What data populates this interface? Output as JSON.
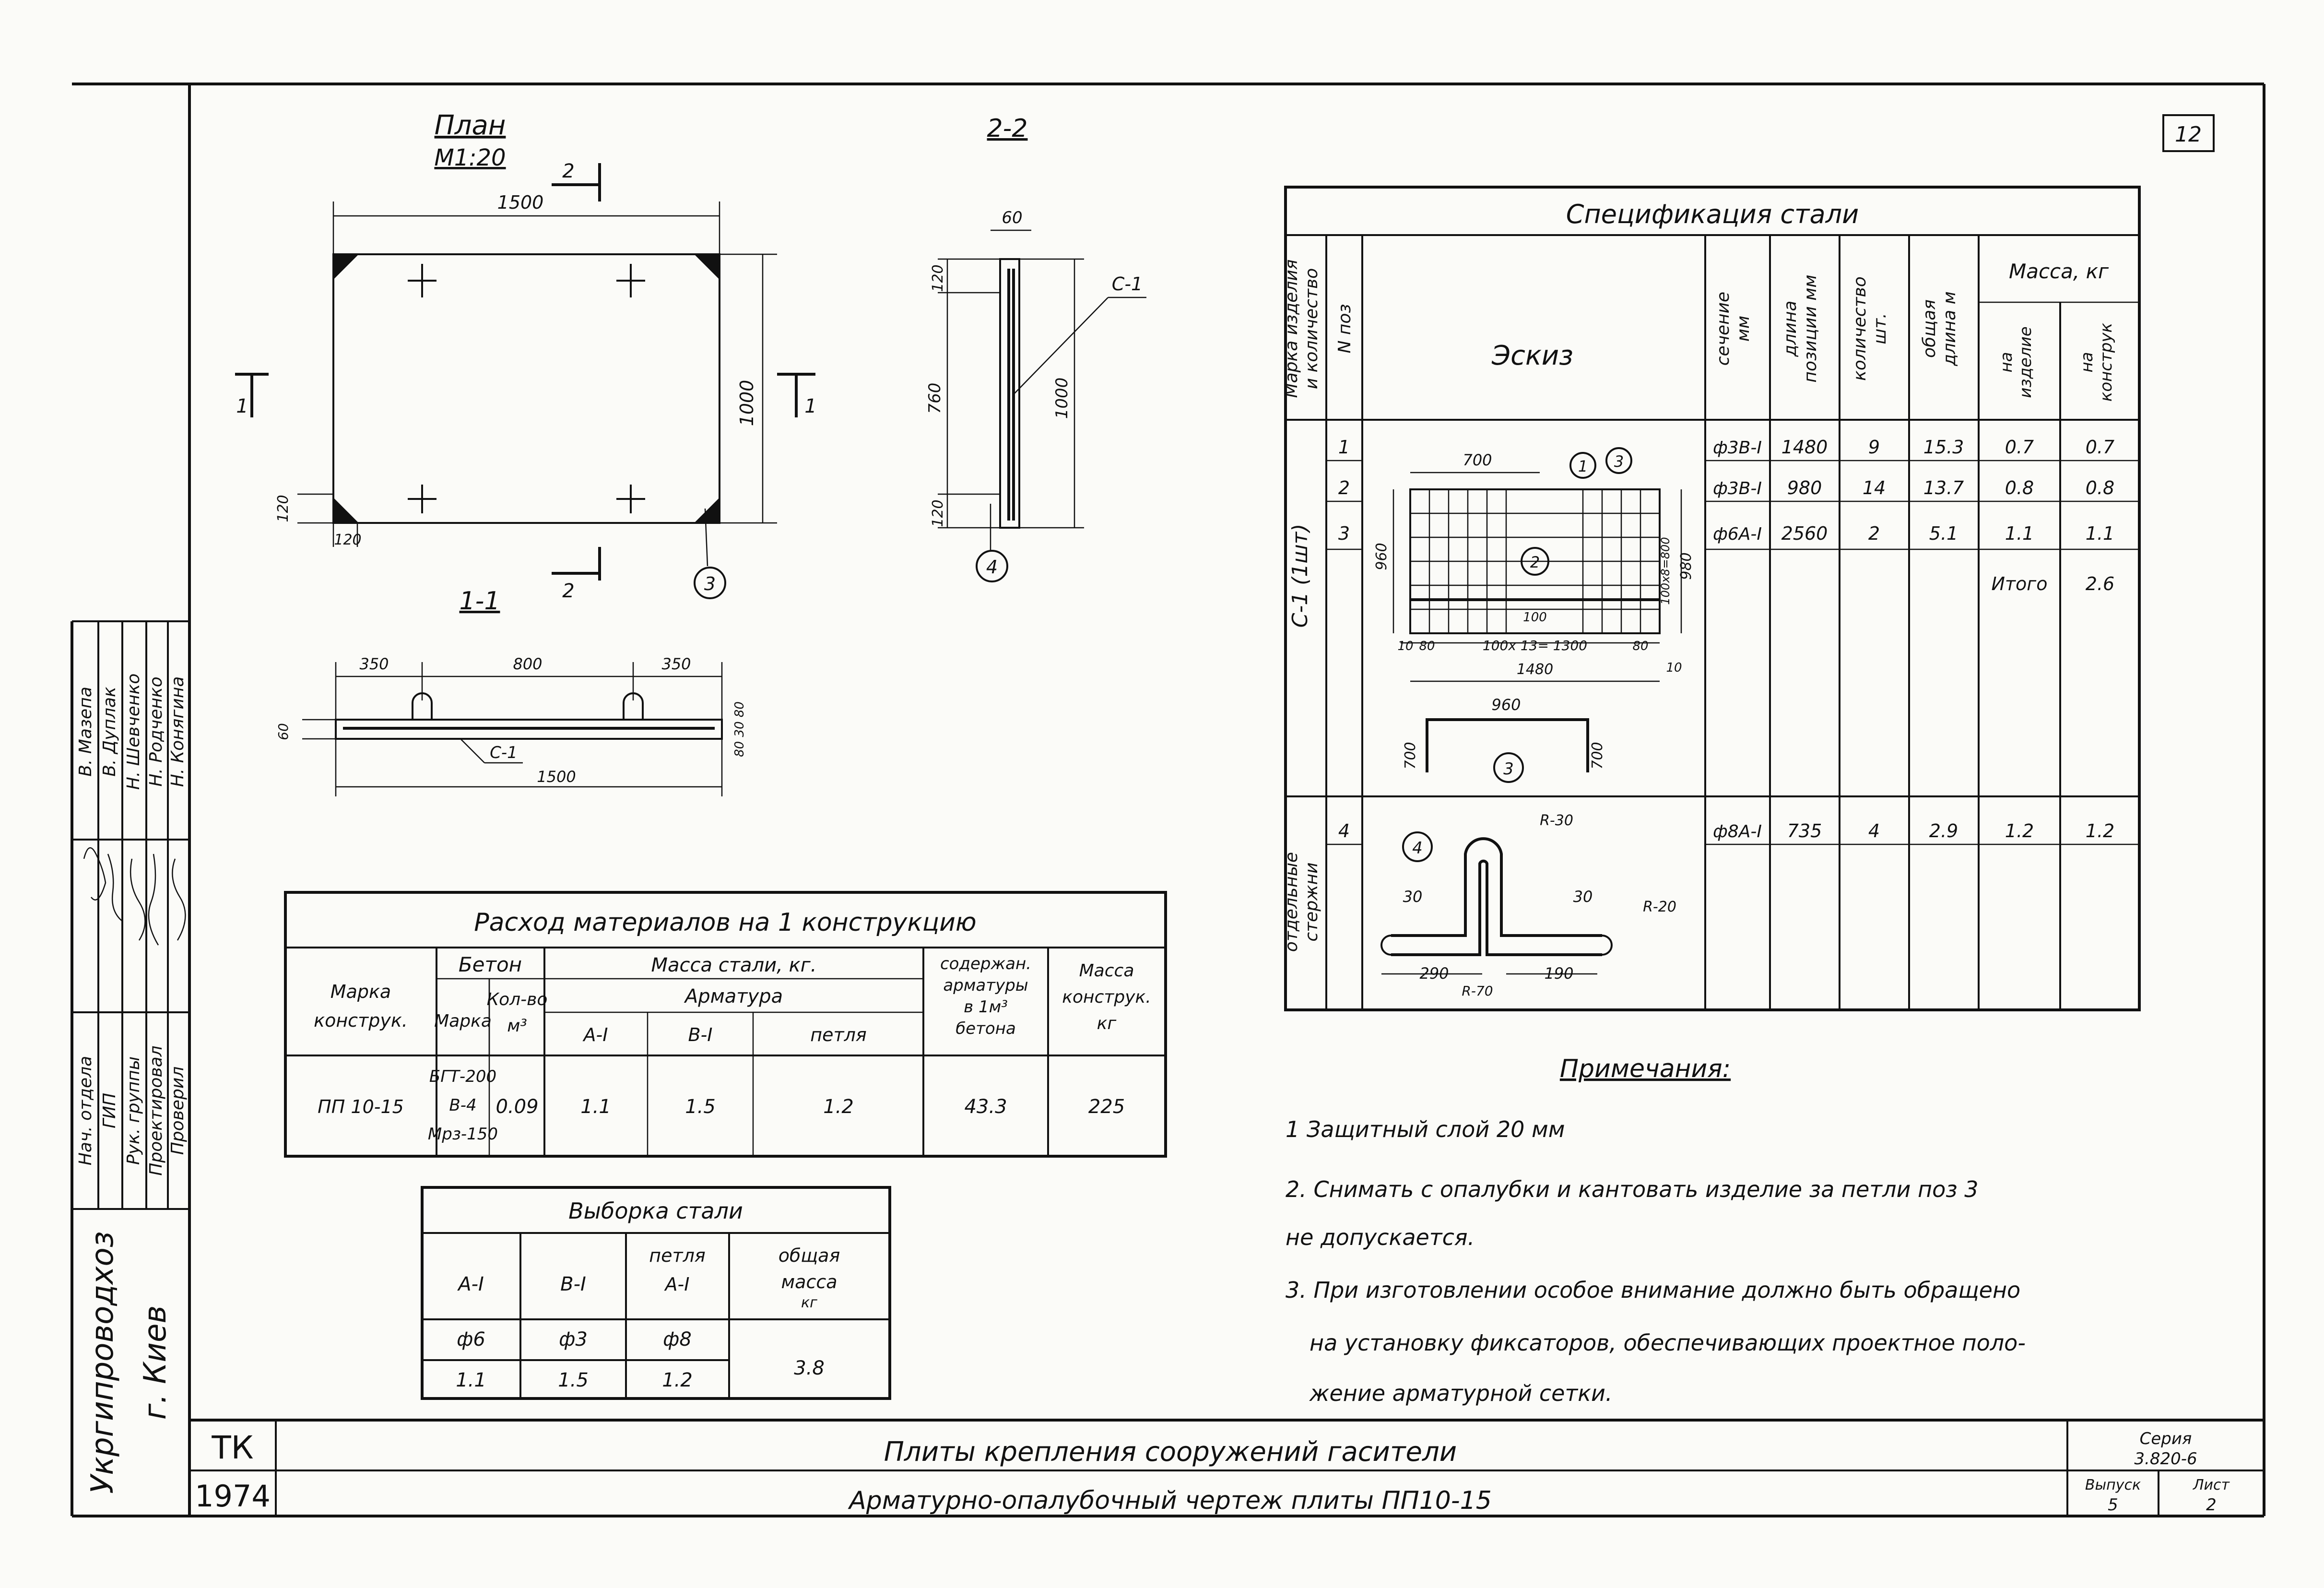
{
  "plan": {
    "title": "План",
    "scale": "М1:20",
    "dim_width": "1500",
    "dim_height": "1000",
    "dim_corner_v": "120",
    "dim_corner_h": "120",
    "cut_2_top": "2",
    "cut_2_bottom": "2",
    "cut_1_left": "1",
    "cut_1_right": "1",
    "callout_3": "3"
  },
  "section_22": {
    "title": "2-2",
    "dim_top": "60",
    "dim_a": "120",
    "dim_b": "760",
    "dim_c": "120",
    "dim_total": "1000",
    "label_c1": "С-1",
    "callout_4": "4"
  },
  "section_11": {
    "title": "1-1",
    "dim_a": "350",
    "dim_b": "800",
    "dim_c": "350",
    "dim_total": "1500",
    "dim_left": "60",
    "dim_right": "80 30 80",
    "label_c1": "С-1"
  },
  "materials": {
    "title": "Расход материалов на 1 конструкцию",
    "h_mark": "Марка конструк.",
    "h_concrete": "Бетон",
    "h_mark2": "Марка",
    "h_volume": "Кол-во м³",
    "h_steel_mass": "Масса стали, кг.",
    "h_armature": "Арматура",
    "h_a1": "А-I",
    "h_b1": "В-I",
    "h_loop": "петля",
    "h_content": "содержан. арматуры в 1м³ бетона",
    "h_mass": "Масса конструк. кг",
    "r_mark": "ПП 10-15",
    "r_concrete": "БГТ-200 В-4 Мрз-150",
    "r_volume": "0.09",
    "r_a1": "1.1",
    "r_b1": "1.5",
    "r_loop": "1.2",
    "r_content": "43.3",
    "r_mass": "225"
  },
  "selection": {
    "title": "Выборка стали",
    "h_a1": "А-I",
    "h_b1": "В-I",
    "h_loop": "петля А-I",
    "h_total": "общая масса кг",
    "d_a1": "ф6",
    "d_b1": "ф3",
    "d_loop": "ф8",
    "v_a1": "1.1",
    "v_b1": "1.5",
    "v_loop": "1.2",
    "v_total": "3.8"
  },
  "spec": {
    "title": "Спецификация стали",
    "h_mark": "Марка изделия и количество",
    "h_pos": "N поз",
    "h_sketch": "Эскиз",
    "h_section": "сечение мм",
    "h_length": "длина позиции мм",
    "h_qty": "количество шт.",
    "h_total_len": "общая длина м",
    "h_mass": "Масса, кг",
    "h_item": "на изделие",
    "h_constr": "на конструк",
    "group_c1": "С-1 (1шт)",
    "group_sep": "отдельные стержни",
    "rows": [
      {
        "pos": "1",
        "sec": "ф3В-I",
        "len": "1480",
        "qty": "9",
        "tot": "15.3",
        "m1": "0.7",
        "m2": "0.7"
      },
      {
        "pos": "2",
        "sec": "ф3В-I",
        "len": "980",
        "qty": "14",
        "tot": "13.7",
        "m1": "0.8",
        "m2": "0.8"
      },
      {
        "pos": "3",
        "sec": "ф6А-I",
        "len": "2560",
        "qty": "2",
        "tot": "5.1",
        "m1": "1.1",
        "m2": "1.1"
      },
      {
        "pos": "4",
        "sec": "ф8А-I",
        "len": "735",
        "qty": "4",
        "tot": "2.9",
        "m1": "1.2",
        "m2": "1.2"
      }
    ],
    "total_label": "Итого",
    "total_value": "2.6",
    "sk_700": "700",
    "sk_960": "960",
    "sk_980": "980",
    "sk_100": "100",
    "sk_10": "10",
    "sk_80": "80",
    "sk_grid": "100х 13= 1300",
    "sk_80r": "80",
    "sk_10r": "10",
    "sk_1480": "1480",
    "sk_right": "100х8=800",
    "sk_960b": "960",
    "sk_700l": "700",
    "sk_700r": "700",
    "sk_r30": "R-30",
    "sk_r20": "R-20",
    "sk_r70": "R-70",
    "sk_30l": "30",
    "sk_30r": "30",
    "sk_290": "290",
    "sk_190": "190",
    "c1": "1",
    "c2": "2",
    "c3": "3",
    "c3b": "3",
    "c4": "4"
  },
  "notes": {
    "title": "Примечания:",
    "n1": "1 Защитный слой 20 мм",
    "n2a": "2. Снимать с опалубки и кантовать изделие за петли поз 3",
    "n2b": "не допускается.",
    "n3a": "3. При изготовлении особое внимание должно быть обращено",
    "n3b": "на установку фиксаторов, обеспечивающих проектное поло-",
    "n3c": "жение арматурной сетки."
  },
  "stamp": {
    "org": "Укргипроводхоз",
    "city": "г. Киев",
    "roles": [
      "Нач. отдела",
      "ГИП",
      "Рук. группы",
      "Проектировал",
      "Проверил"
    ],
    "names": [
      "В. Мазепа",
      "В. Дуплак",
      "Н. Шевченко",
      "Н. Родченко",
      "Н. Конягина"
    ],
    "code": "ТК",
    "year": "1974",
    "title1": "Плиты крепления сооружений гасители",
    "title2": "Арматурно-опалубочный чертеж плиты ПП10-15",
    "series_label": "Серия",
    "series": "3.820-6",
    "issue_label": "Выпуск",
    "sheet_label": "Лист",
    "issue": "5",
    "sheet": "2",
    "page_num": "12"
  }
}
